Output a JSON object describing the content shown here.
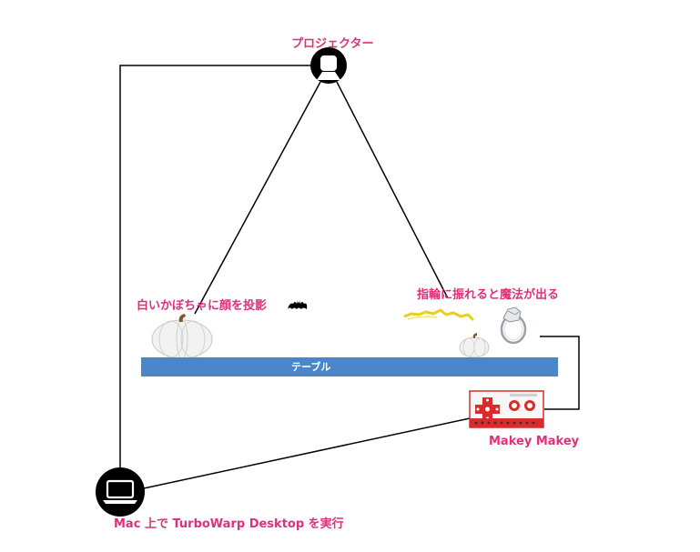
{
  "colors": {
    "label": "#e0307a",
    "table": "#4a86c8",
    "line": "#000000",
    "makey_board": "#d92b2b",
    "sparkle": "#e8d020"
  },
  "icons": {
    "projector": "projector-icon",
    "laptop": "laptop-icon",
    "bat": "bat-icon",
    "ring": "ring-icon",
    "pumpkin": "pumpkin-icon",
    "board": "makey-makey-board-icon"
  },
  "labels": {
    "projector": "プロジェクター",
    "pumpkin": "白いかぼちゃに顔を投影",
    "ring": "指輪に振れると魔法が出る",
    "table": "テーブル",
    "makey": "Makey Makey",
    "mac": "Mac 上で TurboWarp Desktop を実行"
  }
}
